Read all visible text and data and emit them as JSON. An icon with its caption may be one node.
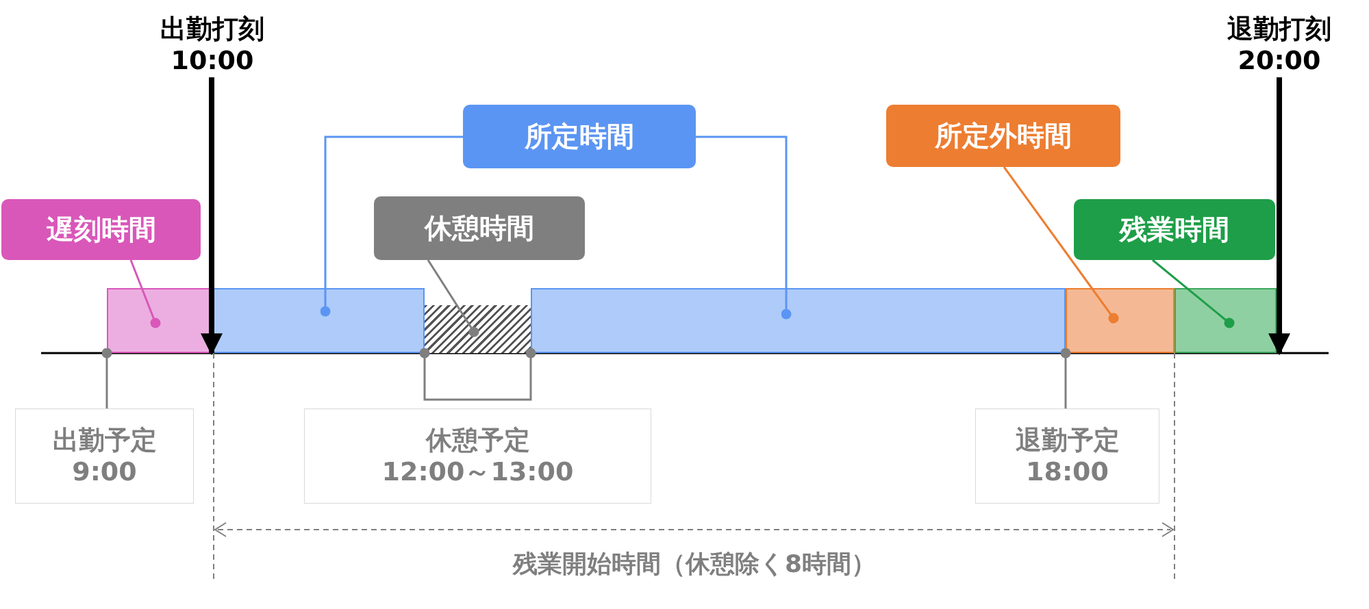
{
  "diagram": {
    "nodes": [
      {
        "text": [
          "出勤打刻",
          "10:00"
        ]
      },
      {
        "text": [
          "退勤打刻",
          "20:00"
        ]
      },
      {
        "text": [
          "所定時間"
        ]
      },
      {
        "text": [
          "所定外時間"
        ]
      },
      {
        "text": [
          "遅刻時間"
        ]
      },
      {
        "text": [
          "残業時間"
        ]
      },
      {
        "text": [
          "休憩時間"
        ]
      },
      {
        "text": [],
        "shape": "bar"
      },
      {
        "text": [],
        "shape": "bar"
      },
      {
        "text": [],
        "shape": "bar"
      },
      {
        "text": [],
        "shape": "bar"
      },
      {
        "text": [],
        "shape": "bar"
      },
      {
        "text": [],
        "shape": "bar"
      },
      {
        "text": [
          "出勤予定",
          "9:00"
        ]
      },
      {
        "text": [
          "休憩予定",
          "12:00～13:00"
        ]
      },
      {
        "text": [
          "退勤予定",
          "18:00"
        ]
      }
    ],
    "edges": [
      {
        "from": 0,
        "to": 7,
        "arrow": "to",
        "style": "thick",
        "color": "#000000"
      },
      {
        "from": 1,
        "to": 12,
        "arrow": "to",
        "style": "thick",
        "color": "#000000"
      },
      {
        "from": 2,
        "to": 8,
        "arrow": "other",
        "color": "#5b95f3"
      },
      {
        "from": 2,
        "to": 10,
        "arrow": "other",
        "color": "#5b95f3"
      },
      {
        "from": 3,
        "to": 11,
        "arrow": "other",
        "color": "#ed7d31"
      },
      {
        "from": 4,
        "to": 7,
        "arrow": "other",
        "color": "#d957b9"
      },
      {
        "from": 5,
        "to": 12,
        "arrow": "other",
        "color": "#1e9e48"
      },
      {
        "from": 6,
        "to": 9,
        "arrow": "other"
      },
      {
        "from": 13,
        "to": 7,
        "arrow": "other"
      },
      {
        "from": 14,
        "to": 9,
        "arrow": "other"
      },
      {
        "from": 14,
        "to": 9,
        "arrow": "other"
      },
      {
        "from": 15,
        "to": 11,
        "arrow": "other"
      }
    ],
    "labels": [
      "残業開始時間（休憩除く8時間）"
    ]
  }
}
